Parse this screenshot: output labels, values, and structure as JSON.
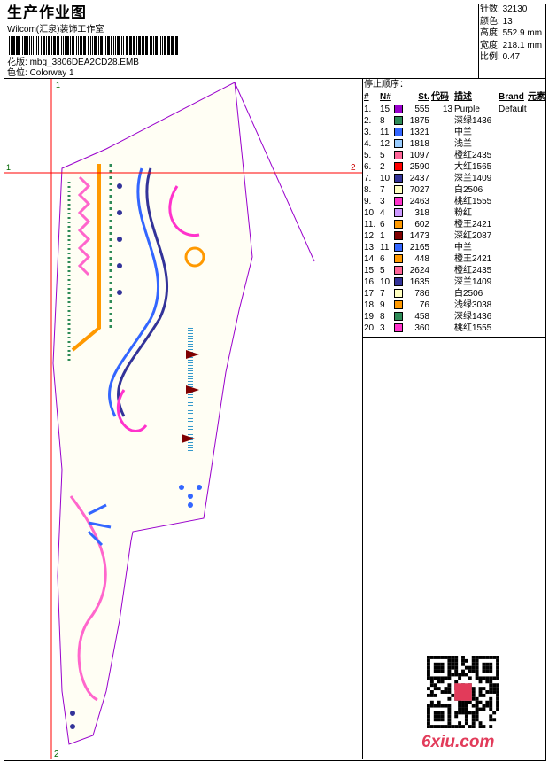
{
  "header": {
    "title": "生产作业图",
    "company": "Wilcom(汇泉)装饰工作室",
    "file_label": "花版:",
    "file_name": "mbg_3806DEA2CD28.EMB",
    "colorway_label": "色位:",
    "colorway": "Colorway 1"
  },
  "info": [
    {
      "label": "针数:",
      "value": "32130"
    },
    {
      "label": "颜色:",
      "value": "13"
    },
    {
      "label": "高度:",
      "value": "552.9 mm"
    },
    {
      "label": "宽度:",
      "value": "218.1 mm"
    },
    {
      "label": "比例:",
      "value": "0.47"
    }
  ],
  "design": {
    "marker_1": "1",
    "marker_2": "2",
    "outline_color": "#9900cc",
    "guide_color": "#ff0000"
  },
  "stop_sequence": {
    "title": "停止顺序：",
    "columns": [
      "#",
      "N#",
      "",
      "St.",
      "代码",
      "描述",
      "Brand",
      "元素"
    ],
    "rows": [
      {
        "i": "1.",
        "n": "15",
        "color": "#9900cc",
        "st": "555",
        "code": "13",
        "desc": "Purple",
        "brand": "Default"
      },
      {
        "i": "2.",
        "n": "8",
        "color": "#2e8b57",
        "st": "1875",
        "code": "",
        "desc": "深绿1436",
        "brand": ""
      },
      {
        "i": "3.",
        "n": "11",
        "color": "#3366ff",
        "st": "1321",
        "code": "",
        "desc": "中兰",
        "brand": ""
      },
      {
        "i": "4.",
        "n": "12",
        "color": "#99ccff",
        "st": "1818",
        "code": "",
        "desc": "浅兰",
        "brand": ""
      },
      {
        "i": "5.",
        "n": "5",
        "color": "#ff6699",
        "st": "1097",
        "code": "",
        "desc": "橙红2435",
        "brand": ""
      },
      {
        "i": "6.",
        "n": "2",
        "color": "#ff0000",
        "st": "2590",
        "code": "",
        "desc": "大红1565",
        "brand": ""
      },
      {
        "i": "7.",
        "n": "10",
        "color": "#333399",
        "st": "2437",
        "code": "",
        "desc": "深兰1409",
        "brand": ""
      },
      {
        "i": "8.",
        "n": "7",
        "color": "#ffffc0",
        "st": "7027",
        "code": "",
        "desc": "白2506",
        "brand": ""
      },
      {
        "i": "9.",
        "n": "3",
        "color": "#ff33cc",
        "st": "2463",
        "code": "",
        "desc": "桃红1555",
        "brand": ""
      },
      {
        "i": "10.",
        "n": "4",
        "color": "#cc99ff",
        "st": "318",
        "code": "",
        "desc": "粉红",
        "brand": ""
      },
      {
        "i": "11.",
        "n": "6",
        "color": "#ff9900",
        "st": "602",
        "code": "",
        "desc": "橙王2421",
        "brand": ""
      },
      {
        "i": "12.",
        "n": "1",
        "color": "#800000",
        "st": "1473",
        "code": "",
        "desc": "深红2087",
        "brand": ""
      },
      {
        "i": "13.",
        "n": "11",
        "color": "#3366ff",
        "st": "2165",
        "code": "",
        "desc": "中兰",
        "brand": ""
      },
      {
        "i": "14.",
        "n": "6",
        "color": "#ff9900",
        "st": "448",
        "code": "",
        "desc": "橙王2421",
        "brand": ""
      },
      {
        "i": "15.",
        "n": "5",
        "color": "#ff6699",
        "st": "2624",
        "code": "",
        "desc": "橙红2435",
        "brand": ""
      },
      {
        "i": "16.",
        "n": "10",
        "color": "#333399",
        "st": "1635",
        "code": "",
        "desc": "深兰1409",
        "brand": ""
      },
      {
        "i": "17.",
        "n": "7",
        "color": "#ffffc0",
        "st": "786",
        "code": "",
        "desc": "白2506",
        "brand": ""
      },
      {
        "i": "18.",
        "n": "9",
        "color": "#ff9900",
        "st": "76",
        "code": "",
        "desc": "浅绿3038",
        "brand": ""
      },
      {
        "i": "19.",
        "n": "8",
        "color": "#2e8b57",
        "st": "458",
        "code": "",
        "desc": "深绿1436",
        "brand": ""
      },
      {
        "i": "20.",
        "n": "3",
        "color": "#ff33cc",
        "st": "360",
        "code": "",
        "desc": "桃红1555",
        "brand": ""
      }
    ]
  },
  "watermark": "6xiu.com"
}
